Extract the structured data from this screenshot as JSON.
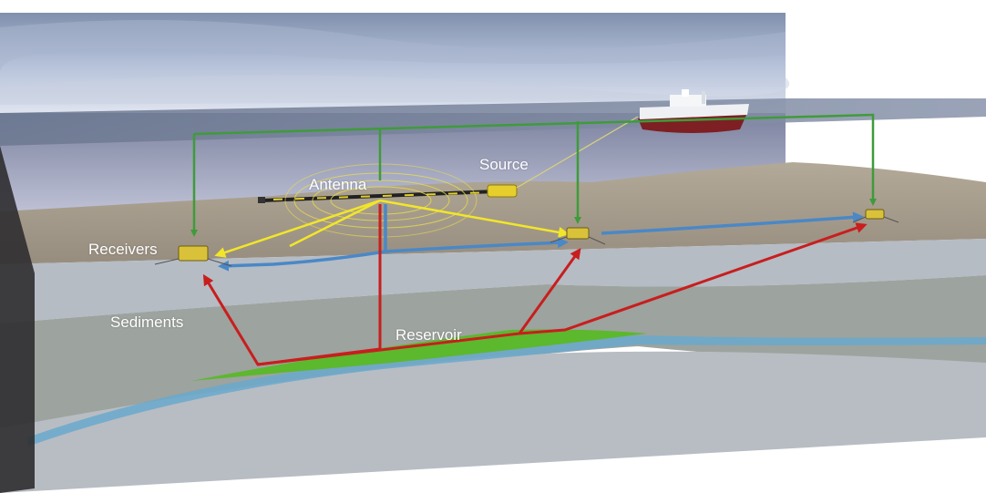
{
  "labels": {
    "antenna": "Antenna",
    "source": "Source",
    "receivers": "Receivers",
    "sediments": "Sediments",
    "reservoir": "Reservoir"
  },
  "colors": {
    "sky_top": "#6f7f9c",
    "sky_bottom": "#c9d3e6",
    "sea_surface": "#7f8aa0",
    "water_front": "#8c93b2",
    "seabed": "#a59c8e",
    "sediment_top": "#b6bcc4",
    "sediment_mid": "#9fa4a0",
    "sediment_low": "#b9bec4",
    "blue_layer": "#6aa9cc",
    "reservoir": "#5cb82d",
    "signal_green": "#3f9b3a",
    "signal_yellow": "#f2e629",
    "signal_red": "#c81e1e",
    "signal_blue": "#4a88c6",
    "vessel_hull": "#7d1f23",
    "receiver_body": "#d9c23a"
  },
  "icons": [
    "vessel-icon",
    "receiver-icon",
    "source-icon",
    "antenna-icon"
  ]
}
